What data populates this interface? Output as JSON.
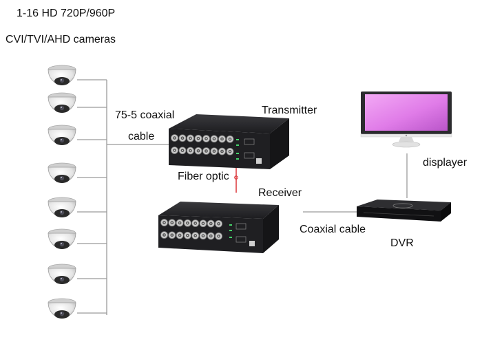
{
  "header": {
    "line1": "1-16 HD 720P/960P",
    "line2": "CVI/TVI/AHD cameras"
  },
  "labels": {
    "coax_top_line1": "75-5 coaxial",
    "coax_top_line2": "cable",
    "transmitter": "Transmitter",
    "fiber_optic": "Fiber optic",
    "receiver": "Receiver",
    "coaxial_cable": "Coaxial cable",
    "dvr": "DVR",
    "displayer": "displayer"
  },
  "camera_count": 8,
  "colors": {
    "device_body": "#1f1f22",
    "screen": "#e07ce8",
    "fiber": "#d9262b",
    "line": "#9a9a9a"
  },
  "icons": [
    "dome-camera-icon",
    "transmitter-device-icon",
    "receiver-device-icon",
    "dvr-device-icon",
    "monitor-icon"
  ]
}
